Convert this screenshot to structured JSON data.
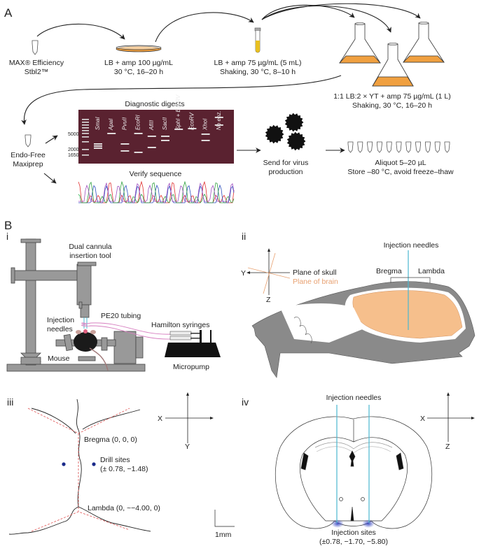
{
  "panel_A": {
    "label": "A",
    "step1": {
      "line1": "MAX® Efficiency",
      "line2": "Stbl2™"
    },
    "step2": {
      "line1": "LB + amp 100 µg/mL",
      "line2": "30 °C, 16–20 h"
    },
    "step3": {
      "line1": "LB + amp 75 µg/mL (5 mL)",
      "line2": "Shaking, 30 °C, 8–10 h"
    },
    "step4": {
      "line1": "1:1 LB:2 × YT + amp 75 µg/mL (1 L)",
      "line2": "Shaking, 30 °C, 16–20 h"
    },
    "step5": {
      "line1": "Endo-Free",
      "line2": "Maxiprep"
    },
    "gel": {
      "title": "Diagnostic digests",
      "ladder_labels": [
        "5000",
        "2000",
        "1650"
      ],
      "lanes": [
        "SmaI",
        "ApaI",
        "PvuII",
        "EcoRI",
        "AfIII",
        "SacII",
        "SphI + EcoRV",
        "EcoRV",
        "XhoI",
        "No enz."
      ]
    },
    "sequence": {
      "title": "Verify sequence"
    },
    "step6": {
      "line1": "Send for virus",
      "line2": "production"
    },
    "step7": {
      "line1": "Aliquot 5–20 µL",
      "line2": "Store –80 °C, avoid freeze–thaw"
    },
    "colors": {
      "culture": "#f0a040",
      "tube_liquid": "#e8c020",
      "gel_bg": "#5a2230"
    }
  },
  "panel_B": {
    "label": "B",
    "i": {
      "label": "i",
      "labels": {
        "tool": [
          "Dual cannula",
          "insertion tool"
        ],
        "needles": [
          "Injection",
          "needles"
        ],
        "tubing": "PE20 tubing",
        "syringes": "Hamilton syringes",
        "mouse": "Mouse",
        "pump": "Micropump"
      }
    },
    "ii": {
      "label": "ii",
      "needle_label": "Injection needles",
      "bregma": "Bregma",
      "lambda": "Lambda",
      "plane_skull": "Plane of skull",
      "plane_brain": "Plane of brain",
      "axis_y": "Y",
      "axis_z": "Z",
      "colors": {
        "brain": "#f6bf8c",
        "bone": "#8a8a8a",
        "needle": "#4bb8d0"
      }
    },
    "iii": {
      "label": "iii",
      "bregma": "Bregma (0, 0, 0)",
      "drill_line1": "Drill sites",
      "drill_line2": "(± 0.78, −1.48)",
      "lambda": "Lambda (0, ~−4.00, 0)",
      "axis_x": "X",
      "axis_y": "Y",
      "scale": "1mm"
    },
    "iv": {
      "label": "iv",
      "needle_label": "Injection needles",
      "sites_line1": "Injection sites",
      "sites_line2": "(±0.78,  −1.70,  −5.80)",
      "axis_x": "X",
      "axis_z": "Z"
    }
  }
}
